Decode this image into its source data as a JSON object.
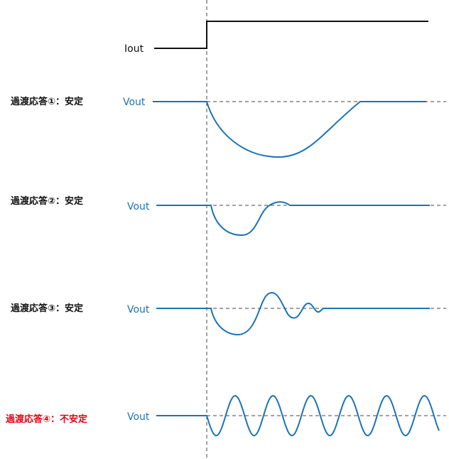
{
  "colors": {
    "waveform": "#1a73b8",
    "step": "#111111",
    "guide": "#444444",
    "stable_label": "#111111",
    "unstable_label": "#e60012"
  },
  "input": {
    "label": "Iout"
  },
  "responses": [
    {
      "title": "過渡応答①：安定",
      "signal_label": "Vout",
      "status": "stable"
    },
    {
      "title": "過渡応答②：安定",
      "signal_label": "Vout",
      "status": "stable"
    },
    {
      "title": "過渡応答③：安定",
      "signal_label": "Vout",
      "status": "stable"
    },
    {
      "title": "過渡応答④：不安定",
      "signal_label": "Vout",
      "status": "unstable"
    }
  ]
}
